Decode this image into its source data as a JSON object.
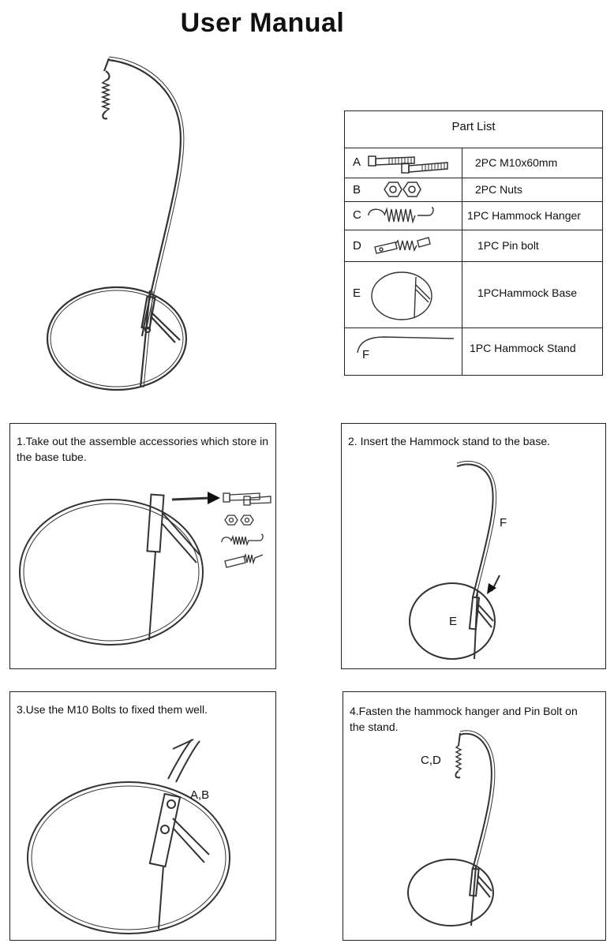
{
  "title": "User Manual",
  "part_list": {
    "header": "Part List",
    "rows": [
      {
        "letter": "A",
        "desc": "2PC M10x60mm",
        "icon": "bolts-icon"
      },
      {
        "letter": "B",
        "desc": "2PC Nuts",
        "icon": "nuts-icon"
      },
      {
        "letter": "C",
        "desc": "1PC Hammock Hanger",
        "icon": "spring-hanger-icon"
      },
      {
        "letter": "D",
        "desc": "1PC Pin bolt",
        "icon": "pin-bolt-icon"
      },
      {
        "letter": "E",
        "desc": "1PCHammock Base",
        "icon": "base-ring-icon"
      },
      {
        "letter": "F",
        "desc": "1PC Hammock Stand",
        "icon": "stand-tube-icon"
      }
    ]
  },
  "steps": [
    {
      "caption": "1.Take out the assemble accessories which store in the base tube."
    },
    {
      "caption": "2. Insert the Hammock stand to the base.",
      "labels": [
        "F",
        "E"
      ]
    },
    {
      "caption": "3.Use the M10 Bolts to fixed them well.",
      "labels": [
        "A,B"
      ]
    },
    {
      "caption": "4.Fasten the hammock hanger and  Pin Bolt on the stand.",
      "labels": [
        "C,D"
      ]
    }
  ]
}
